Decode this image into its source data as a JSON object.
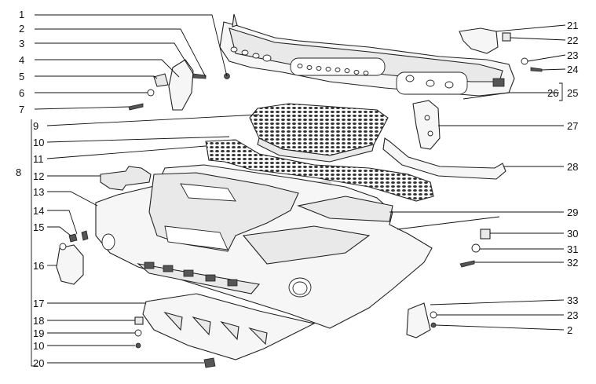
{
  "callouts_left": [
    "1",
    "2",
    "3",
    "4",
    "5",
    "6",
    "7",
    "8",
    "9",
    "10",
    "11",
    "12",
    "13",
    "14",
    "15",
    "16",
    "17",
    "18",
    "19",
    "10",
    "20"
  ],
  "callouts_right": [
    "21",
    "22",
    "23",
    "24",
    "26",
    "25",
    "27",
    "28",
    "29",
    "30",
    "31",
    "32",
    "33",
    "23",
    "2"
  ],
  "colors": {
    "line": "#111111",
    "watermark_gray": "#b4b4b4",
    "watermark_tan": "#c9b49c"
  }
}
